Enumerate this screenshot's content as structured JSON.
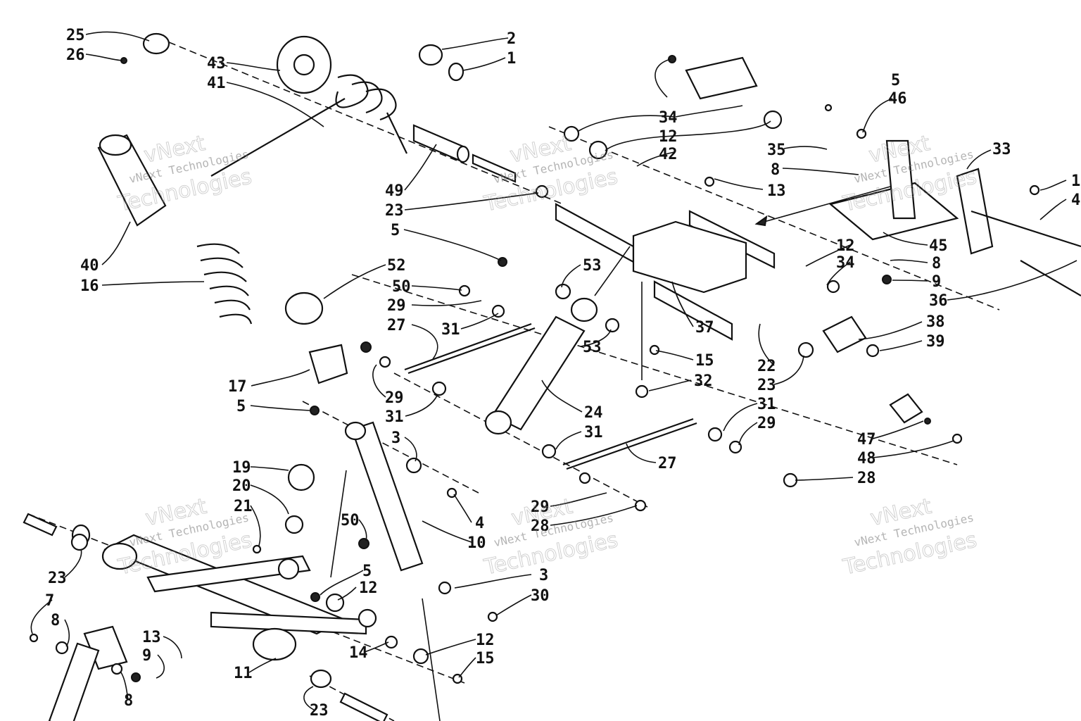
{
  "callouts": [
    "25",
    "26",
    "2",
    "1",
    "43",
    "41",
    "49",
    "23",
    "5",
    "34",
    "12",
    "42",
    "35",
    "46",
    "33",
    "8",
    "13",
    "12",
    "34",
    "45",
    "8",
    "9",
    "36",
    "40",
    "16",
    "52",
    "50",
    "29",
    "27",
    "31",
    "53",
    "53",
    "37",
    "15",
    "38",
    "39",
    "22",
    "23",
    "17",
    "5",
    "29",
    "31",
    "32",
    "31",
    "29",
    "47",
    "48",
    "28",
    "24",
    "31",
    "27",
    "19",
    "3",
    "4",
    "20",
    "21",
    "29",
    "28",
    "10",
    "50",
    "5",
    "12",
    "3",
    "30",
    "23",
    "7",
    "8",
    "13",
    "9",
    "8",
    "14",
    "12",
    "15",
    "11",
    "23",
    "5",
    "1",
    "4"
  ],
  "watermark": {
    "line1": "vNext Technologies",
    "line2": "vNext",
    "line3": "Technologies"
  }
}
